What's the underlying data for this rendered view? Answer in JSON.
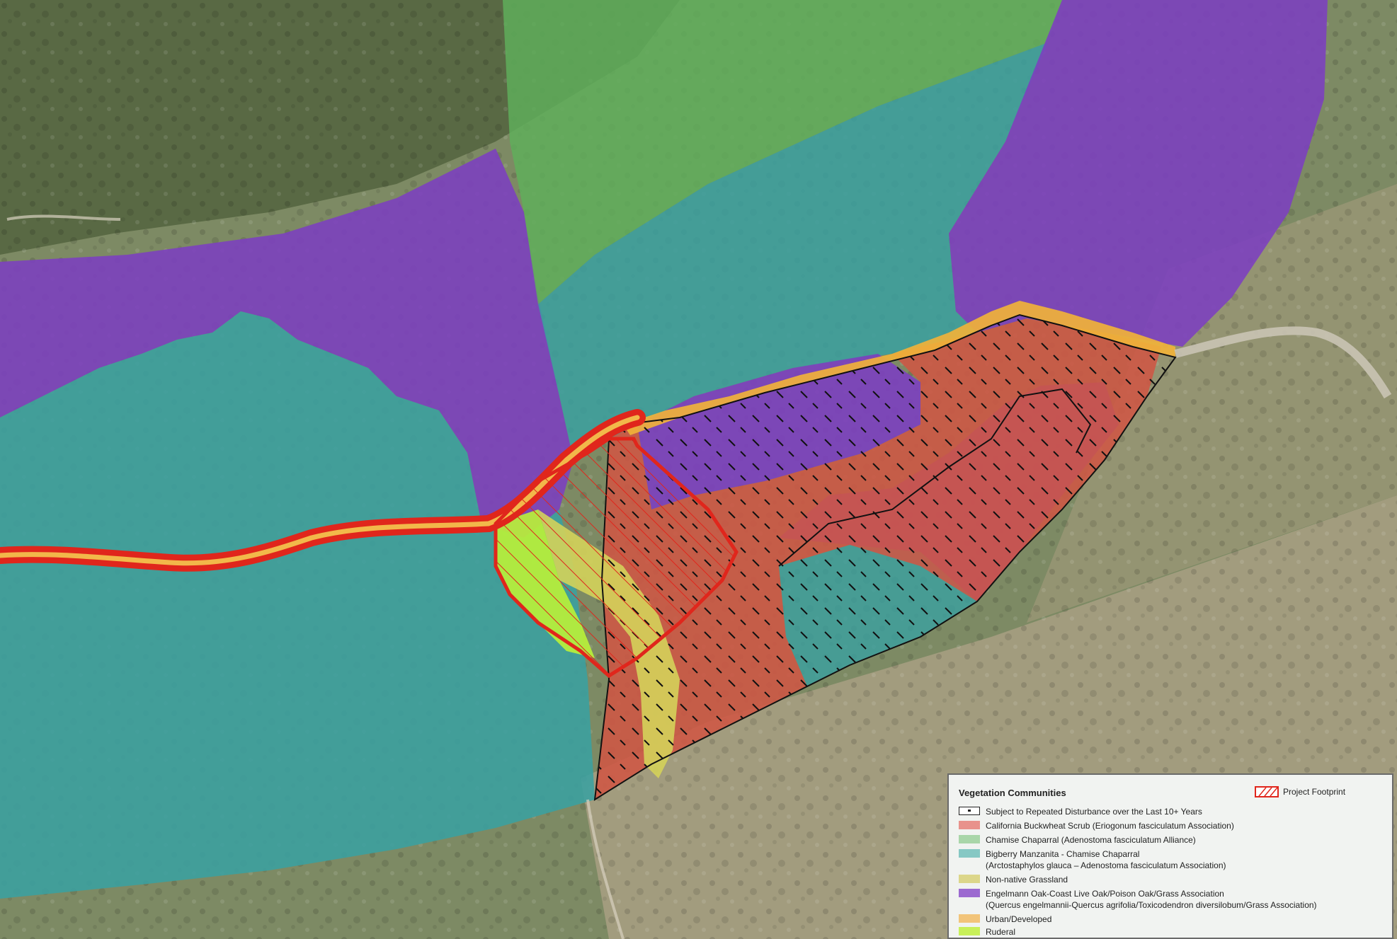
{
  "legend": {
    "title": "Vegetation Communities",
    "footprint": {
      "label": "Project Footprint",
      "color": "#e0261c"
    },
    "items": [
      {
        "label": "Subject to Repeated Disturbance over the Last 10+ Years",
        "sublabel": "",
        "color": "#ffffff",
        "pattern": "hatch-dashes"
      },
      {
        "label": "California Buckwheat Scrub (Eriogonum fasciculatum Association)",
        "sublabel": "",
        "color": "#e8928c"
      },
      {
        "label": "Chamise Chaparral (Adenostoma fasciculatum Alliance)",
        "sublabel": "",
        "color": "#a9d6a9"
      },
      {
        "label": "Bigberry Manzanita - Chamise Chaparral",
        "sublabel": "(Arctostaphylos glauca – Adenostoma fasciculatum Association)",
        "color": "#86c8c4"
      },
      {
        "label": "Non-native Grassland",
        "sublabel": "",
        "color": "#dcd68a"
      },
      {
        "label": "Engelmann Oak-Coast Live Oak/Poison Oak/Grass Association",
        "sublabel": "(Quercus engelmannii-Quercus agrifolia/Toxicodendron diversilobum/Grass Association)",
        "color": "#9c6ad0"
      },
      {
        "label": "Urban/Developed",
        "sublabel": "",
        "color": "#f2c47a"
      },
      {
        "label": "Ruderal",
        "sublabel": "",
        "color": "#c8f05a"
      }
    ]
  },
  "map_colors": {
    "background": "#7d8a64",
    "oak": "#7c3fc0",
    "manzanita": "#3aa0a0",
    "chamise": "#5fae5a",
    "buckwheat": "#cf5644",
    "grassland": "#d4d25a",
    "ruderal": "#b8f03a",
    "urban": "#f0b23a",
    "road": "#c9c3b4"
  }
}
